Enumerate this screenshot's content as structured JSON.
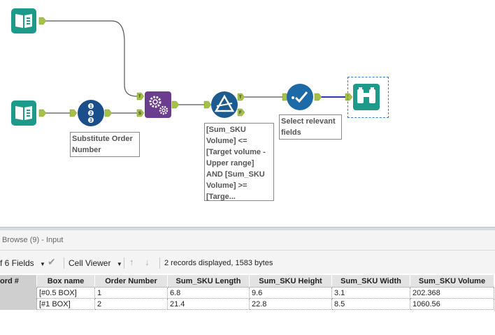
{
  "workflow": {
    "tools": {
      "input_top": {
        "icon": "book-icon"
      },
      "input_bottom": {
        "icon": "book-icon"
      },
      "record_id": {
        "icon": "numbered-list-icon"
      },
      "find_replace": {
        "icon": "gears-icon",
        "anchor_top": "T",
        "anchor_bottom": "S"
      },
      "filter": {
        "icon": "filter-triangle-icon",
        "anchor_true": "T",
        "anchor_false": "F"
      },
      "select": {
        "icon": "checkmark-icon"
      },
      "browse": {
        "icon": "binoculars-icon"
      }
    },
    "annotations": {
      "record_id": "Substitute Order Number",
      "filter": "[Sum_SKU Volume] <= [Target volume - Upper range] AND [Sum_SKU Volume] >= [Targe...",
      "select": "Select relevant fields"
    },
    "colors": {
      "input": "#1d9a8a",
      "record_id": "#1b4f8c",
      "find_replace": "#6b3d8e",
      "filter": "#1c5b8f",
      "select": "#1d6aa8",
      "browse": "#1d9a8a",
      "anchor": "#a6c14a",
      "selected_connection": "#2a35b8"
    }
  },
  "results": {
    "panel_title": "Browse (9) - Input",
    "toolbar": {
      "fields": "f 6 Fields",
      "viewer": "Cell Viewer",
      "status": "2 records displayed, 1583 bytes"
    },
    "columns": [
      "ord #",
      "Box name",
      "Order Number",
      "Sum_SKU Length",
      "Sum_SKU Height",
      "Sum_SKU Width",
      "Sum_SKU Volume"
    ],
    "rows": [
      [
        "",
        "[#0.5 BOX]",
        "1",
        "6.8",
        "9.6",
        "3.1",
        "202.368"
      ],
      [
        "",
        "[#1 BOX]",
        "2",
        "21.4",
        "22.8",
        "8.5",
        "1060.56"
      ]
    ]
  }
}
